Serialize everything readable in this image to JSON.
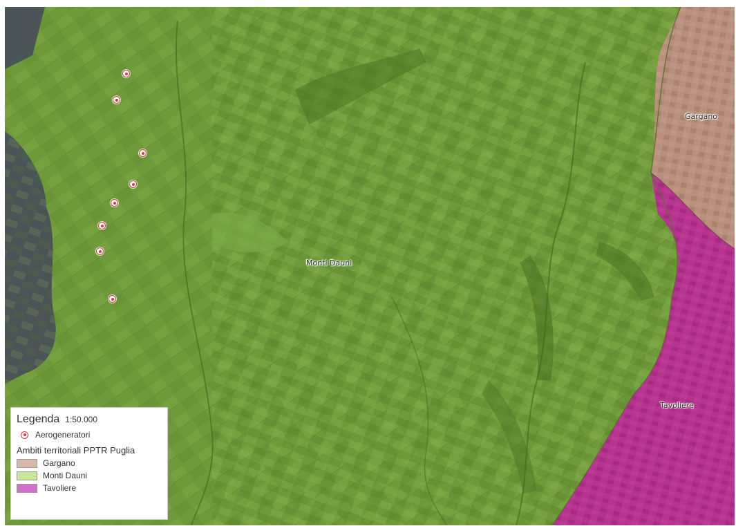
{
  "map": {
    "scale": "1:50.000",
    "colors": {
      "monti_dauni": "#6f9a3a",
      "gargano": "#b98f7d",
      "tavoliere": "#b6338f",
      "outside": "#4b5457",
      "turbine": "#d63b3b"
    },
    "regions": [
      {
        "id": "gargano",
        "label": "Gargano"
      },
      {
        "id": "monti-dauni",
        "label": "Monti Dauni"
      },
      {
        "id": "tavoliere",
        "label": "Tavoliere"
      }
    ],
    "turbines_count": 8
  },
  "legend": {
    "title": "Legenda",
    "scale": "1:50.000",
    "point_item": {
      "label": "Aerogeneratori",
      "icon": "turbine-icon"
    },
    "group_title": "Ambiti territoriali PPTR Puglia",
    "items": [
      {
        "label": "Gargano",
        "color": "#d9b8a8"
      },
      {
        "label": "Monti Dauni",
        "color": "#c9e79a"
      },
      {
        "label": "Tavoliere",
        "color": "#d26fc8"
      }
    ]
  }
}
